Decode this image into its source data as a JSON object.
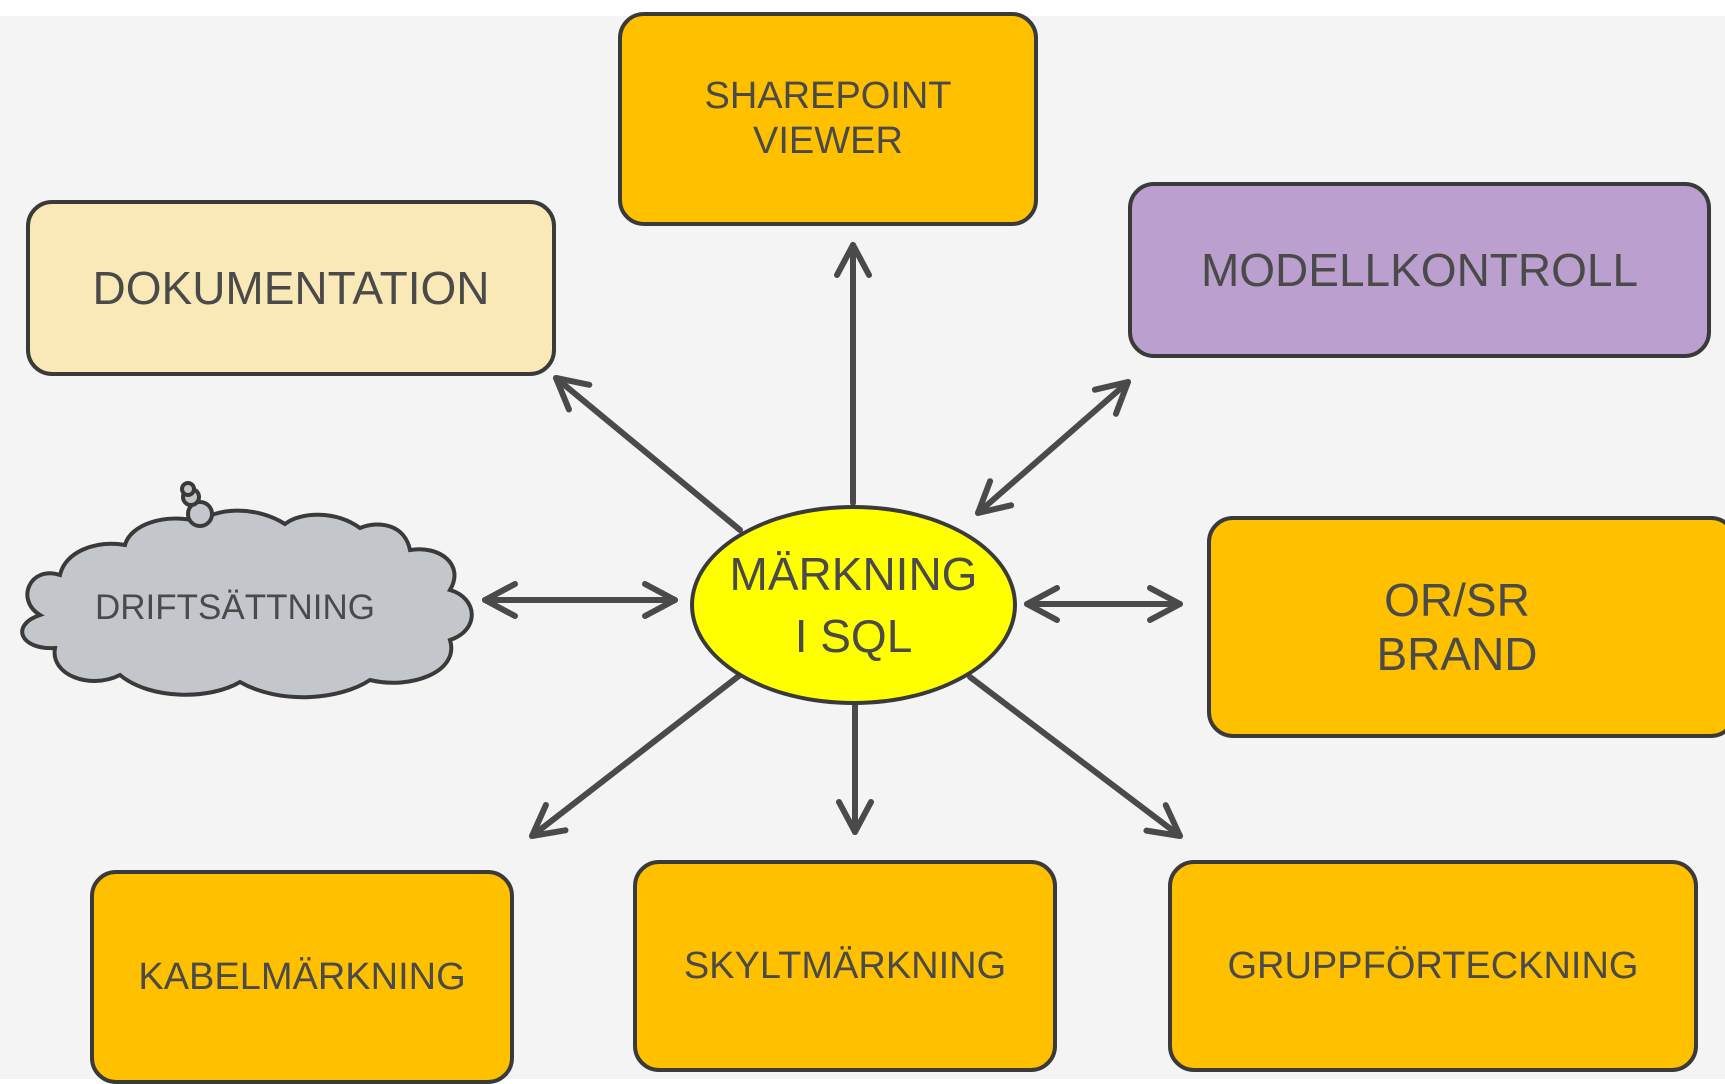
{
  "center": {
    "line1": "MÄRKNING",
    "line2": "I SQL"
  },
  "nodes": {
    "sharepoint": {
      "line1": "SHAREPOINT",
      "line2": "VIEWER"
    },
    "dokumentation": {
      "label": "DOKUMENTATION"
    },
    "modellkontroll": {
      "label": "MODELLKONTROLL"
    },
    "driftsattning": {
      "label": "DRIFTSÄTTNING"
    },
    "orsr": {
      "line1": "OR/SR",
      "line2": "BRAND"
    },
    "kabel": {
      "label": "KABELMÄRKNING"
    },
    "skylt": {
      "label": "SKYLTMÄRKNING"
    },
    "grupp": {
      "label": "GRUPPFÖRTECKNING"
    }
  },
  "colors": {
    "orange": "#ffc000",
    "beige": "#f8e9b7",
    "purple": "#bba0cf",
    "cloud_gray": "#c3c7cc",
    "center_yellow": "#ffff00",
    "outline": "#3a3a3a"
  }
}
